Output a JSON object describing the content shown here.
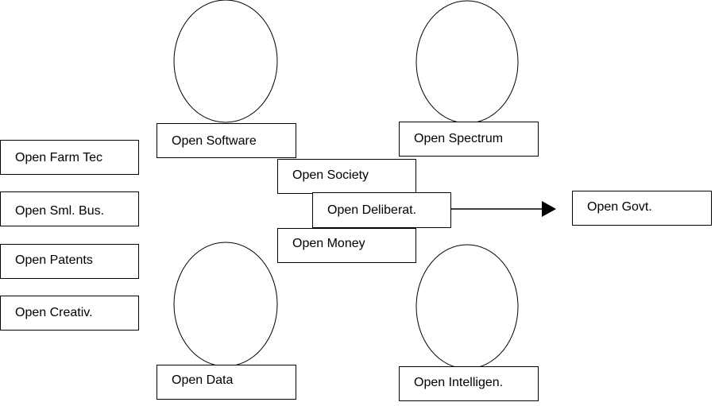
{
  "nodes": {
    "open_farm_tec": "Open Farm Tec",
    "open_sml_bus": "Open Sml. Bus.",
    "open_patents": "Open Patents",
    "open_creativ": "Open Creativ.",
    "open_software": "Open Software",
    "open_spectrum": "Open Spectrum",
    "open_society": "Open Society",
    "open_deliberat": "Open Deliberat.",
    "open_money": "Open Money",
    "open_govt": "Open Govt.",
    "open_data": "Open Data",
    "open_intelligen": "Open Intelligen."
  },
  "style": {
    "stroke": "#000000",
    "fill": "#ffffff"
  }
}
